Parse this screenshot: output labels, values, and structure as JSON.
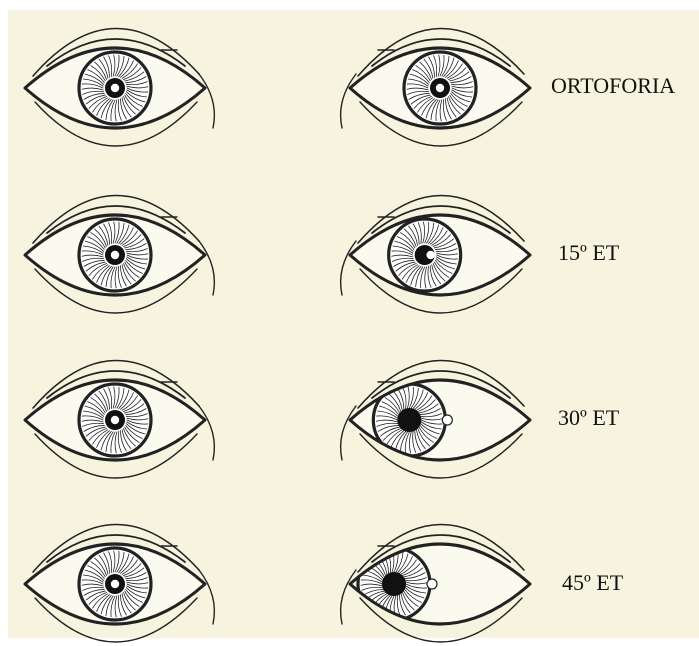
{
  "figure": {
    "colors": {
      "background": "#f6f4df",
      "ink": "#222222",
      "reflex": "#ffffff"
    },
    "rows": [
      {
        "label": "ORTOFORIA",
        "reflex_decentration_deg": 0
      },
      {
        "label": "15º ET",
        "reflex_decentration_deg": 15
      },
      {
        "label": "30º ET",
        "reflex_decentration_deg": 30
      },
      {
        "label": "45º ET",
        "reflex_decentration_deg": 45
      }
    ]
  }
}
